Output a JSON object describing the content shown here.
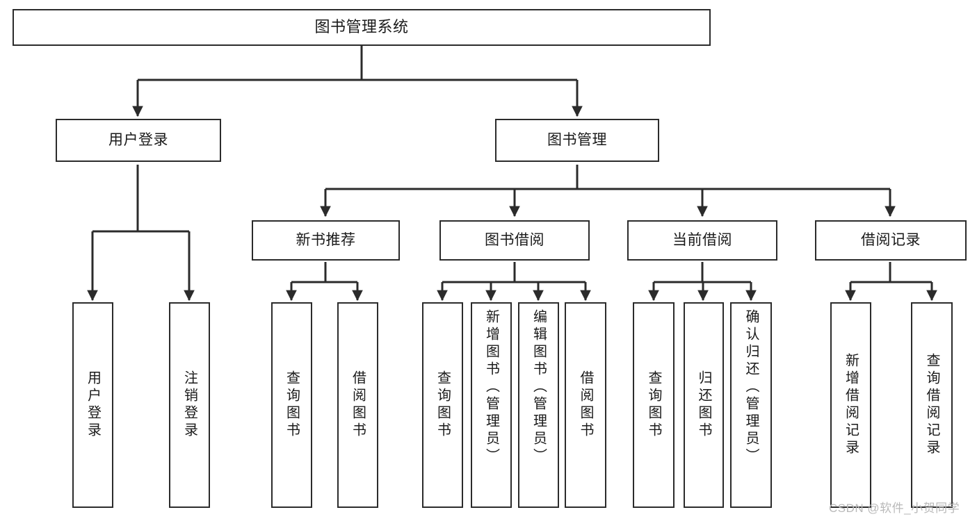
{
  "diagram": {
    "type": "tree",
    "title": "图书管理系统",
    "watermark": "CSDN @软件_小贺同学",
    "colors": {
      "stroke": "#2b2b2b",
      "fill": "#ffffff",
      "text": "#1a1a1a",
      "watermark": "#b9b9b9"
    },
    "nodes": {
      "root": {
        "label": "图书管理系统"
      },
      "level1": [
        {
          "label": "用户登录"
        },
        {
          "label": "图书管理"
        }
      ],
      "level2": [
        {
          "label": "新书推荐"
        },
        {
          "label": "图书借阅"
        },
        {
          "label": "当前借阅"
        },
        {
          "label": "借阅记录"
        }
      ],
      "leaves": {
        "user_login": [
          {
            "label": "用户登录"
          },
          {
            "label": "注销登录"
          }
        ],
        "new_book_recommend": [
          {
            "label": "查询图书"
          },
          {
            "label": "借阅图书"
          }
        ],
        "book_borrow": [
          {
            "label": "查询图书"
          },
          {
            "label": "新增图书（管理员）"
          },
          {
            "label": "编辑图书（管理员）"
          },
          {
            "label": "借阅图书"
          }
        ],
        "current_borrow": [
          {
            "label": "查询图书"
          },
          {
            "label": "归还图书"
          },
          {
            "label": "确认归还（管理员）"
          }
        ],
        "borrow_records": [
          {
            "label": "新增借阅记录"
          },
          {
            "label": "查询借阅记录"
          }
        ]
      }
    }
  }
}
